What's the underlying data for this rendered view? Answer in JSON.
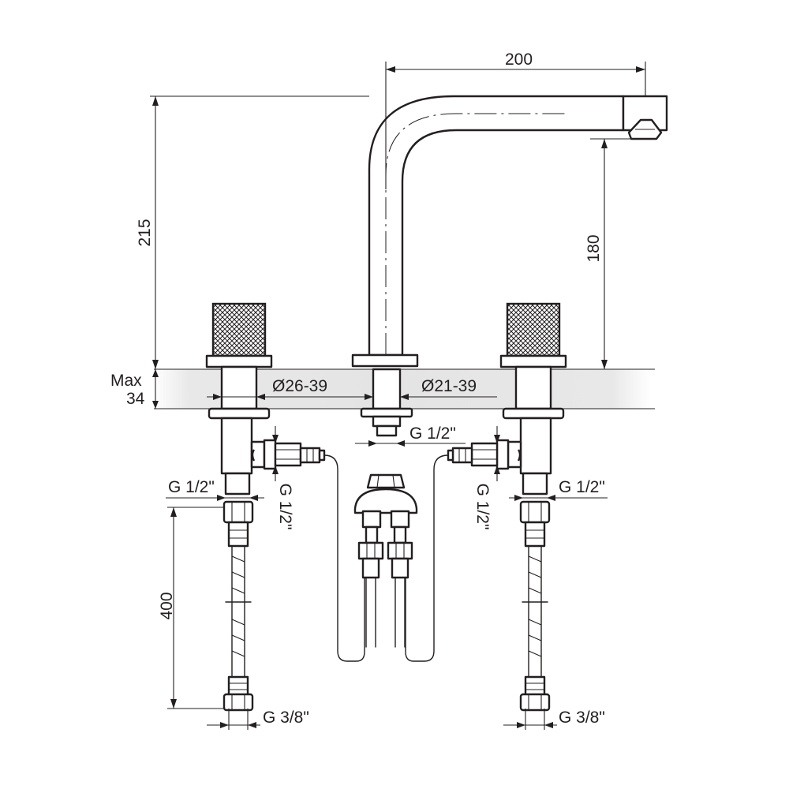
{
  "dimensions": {
    "spout_reach": "200",
    "total_height": "215",
    "spout_height": "180",
    "deck_max_label": "Max",
    "deck_max_value": "34",
    "handle_hole_diameter": "Ø26-39",
    "spout_hole_diameter": "Ø21-39",
    "spout_thread": "G 1/2\"",
    "left_outlet_thread": "G 1/2\"",
    "right_outlet_thread": "G 1/2\"",
    "left_valve_thread": "G 1/2\"",
    "right_valve_thread": "G 1/2\"",
    "hose_length": "400",
    "left_hose_end_thread": "G 3/8\"",
    "right_hose_end_thread": "G 3/8\""
  },
  "colors": {
    "line": "#231f20",
    "countertop": "#e6e6e6",
    "background": "#ffffff"
  }
}
